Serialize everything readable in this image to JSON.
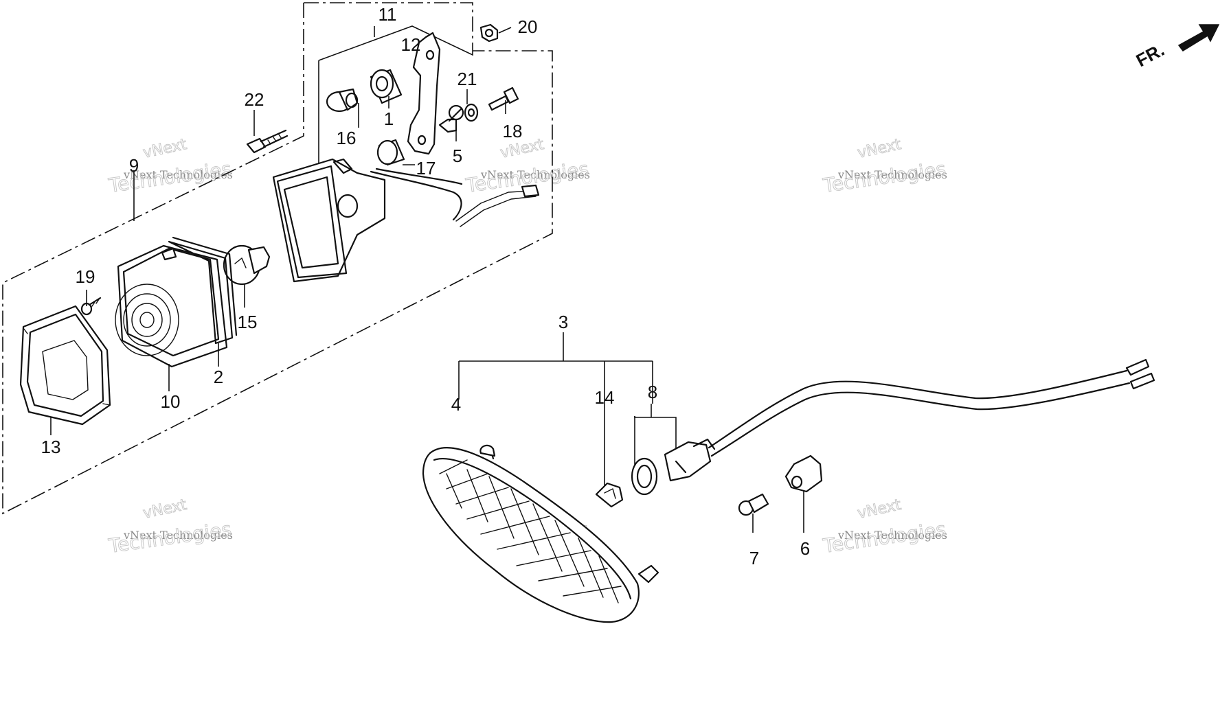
{
  "diagram": {
    "direction_indicator": "FR.",
    "watermark": {
      "line1": "vNext",
      "line2": "vNext Technologies",
      "line3": "Technologies"
    },
    "part_labels": {
      "p1": "1",
      "p2": "2",
      "p3": "3",
      "p4": "4",
      "p5": "5",
      "p6": "6",
      "p7": "7",
      "p8": "8",
      "p9": "9",
      "p10": "10",
      "p11": "11",
      "p12": "12",
      "p13": "13",
      "p14": "14",
      "p15": "15",
      "p16": "16",
      "p17": "17",
      "p18": "18",
      "p19": "19",
      "p20": "20",
      "p21": "21",
      "p22": "22"
    }
  }
}
